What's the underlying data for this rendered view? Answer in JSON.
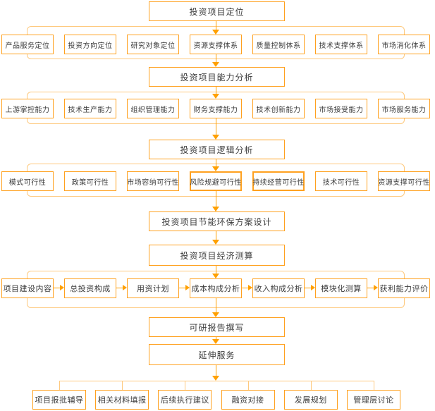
{
  "diagram_type": "flowchart",
  "colors": {
    "box_border": "#ffa11f",
    "connector_frame": "#fec97e",
    "arrow": "#ffa000",
    "text": "#3c3c3c",
    "background": "#ffffff"
  },
  "hubs": {
    "positioning": "投资项目定位",
    "capability": "投资项目能力分析",
    "logic": "投资项目逻辑分析",
    "eco_design": "投资项目节能环保方案设计",
    "economic": "投资项目经济测算",
    "report": "可研报告撰写",
    "extended": "延伸服务"
  },
  "rows": {
    "positioning_items": [
      "产品服务定位",
      "投资方向定位",
      "研究对象定位",
      "资源支撑体系",
      "质量控制体系",
      "技术支撑体系",
      "市场消化体系"
    ],
    "capability_items": [
      "上游掌控能力",
      "技术生产能力",
      "组织管理能力",
      "财务支撑能力",
      "技术创新能力",
      "市场接受能力",
      "市场服务能力"
    ],
    "feasibility_items": [
      "模式可行性",
      "政策可行性",
      "市场容纳可行性",
      "风险规避可行性",
      "持续经营可行性",
      "技术可行性",
      "资源支撑可行性"
    ],
    "economic_items": [
      "项目建设内容",
      "总投资构成",
      "用资计划",
      "成本构成分析",
      "收入构成分析",
      "模块化测算",
      "获利能力评价"
    ],
    "extended_items": [
      "项目报批辅导",
      "相关材料填报",
      "后续执行建议",
      "融资对接",
      "发展规划",
      "管理层讨论"
    ]
  }
}
